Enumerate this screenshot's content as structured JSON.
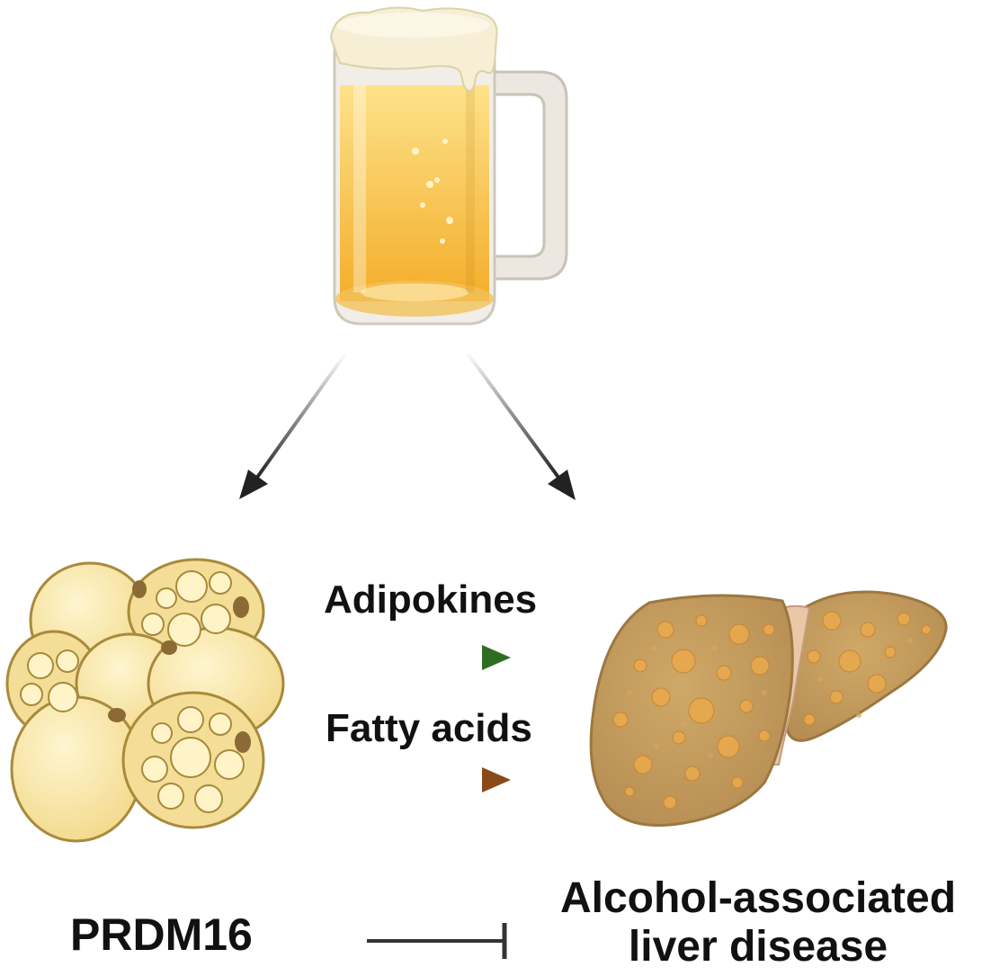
{
  "labels": {
    "adipokines": "Adipokines",
    "fatty_acids": "Fatty acids",
    "prdm16": "PRDM16",
    "disease_line1": "Alcohol-associated",
    "disease_line2": "liver disease"
  },
  "colors": {
    "beer": "#f6b73c",
    "beer_light": "#fde79a",
    "foam": "#f6efd6",
    "glass": "#e7e3dc",
    "adipocyte_fill": "#f8e5a6",
    "adipocyte_outline": "#a88a3c",
    "nucleus": "#8b6a35",
    "liver": "#c19a5e",
    "liver_spots": "#e6a64a",
    "arrow_black": "#222222",
    "arrow_green": "#2f6e22",
    "arrow_brown": "#8a4a17",
    "inhibit_bar": "#333333"
  },
  "icons": [
    "beer-mug-icon",
    "adipocyte-cluster-icon",
    "liver-icon"
  ]
}
